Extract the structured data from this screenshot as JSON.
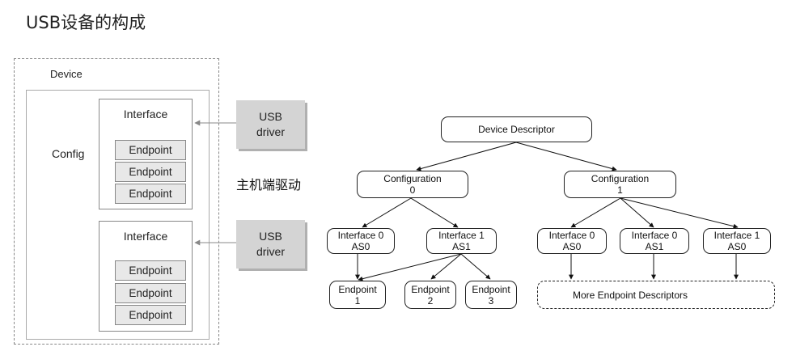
{
  "title": "USB设备的构成",
  "left": {
    "device_label": "Device",
    "config_label": "Config",
    "interfaces": [
      {
        "label": "Interface",
        "endpoints": [
          "Endpoint",
          "Endpoint",
          "Endpoint"
        ]
      },
      {
        "label": "Interface",
        "endpoints": [
          "Endpoint",
          "Endpoint",
          "Endpoint"
        ]
      }
    ],
    "drivers": [
      {
        "line1": "USB",
        "line2": "driver"
      },
      {
        "line1": "USB",
        "line2": "driver"
      }
    ],
    "host_driver_label": "主机端驱动"
  },
  "tree": {
    "device_descriptor": "Device Descriptor",
    "configurations": [
      {
        "line1": "Configuration",
        "line2": "0"
      },
      {
        "line1": "Configuration",
        "line2": "1"
      }
    ],
    "interfaces": [
      {
        "line1": "Interface 0",
        "line2": "AS0"
      },
      {
        "line1": "Interface 1",
        "line2": "AS1"
      },
      {
        "line1": "Interface 0",
        "line2": "AS0"
      },
      {
        "line1": "Interface 0",
        "line2": "AS1"
      },
      {
        "line1": "Interface 1",
        "line2": "AS0"
      }
    ],
    "endpoints": [
      {
        "line1": "Endpoint",
        "line2": "1"
      },
      {
        "line1": "Endpoint",
        "line2": "2"
      },
      {
        "line1": "Endpoint",
        "line2": "3"
      }
    ],
    "more_endpoints": "More Endpoint Descriptors"
  }
}
